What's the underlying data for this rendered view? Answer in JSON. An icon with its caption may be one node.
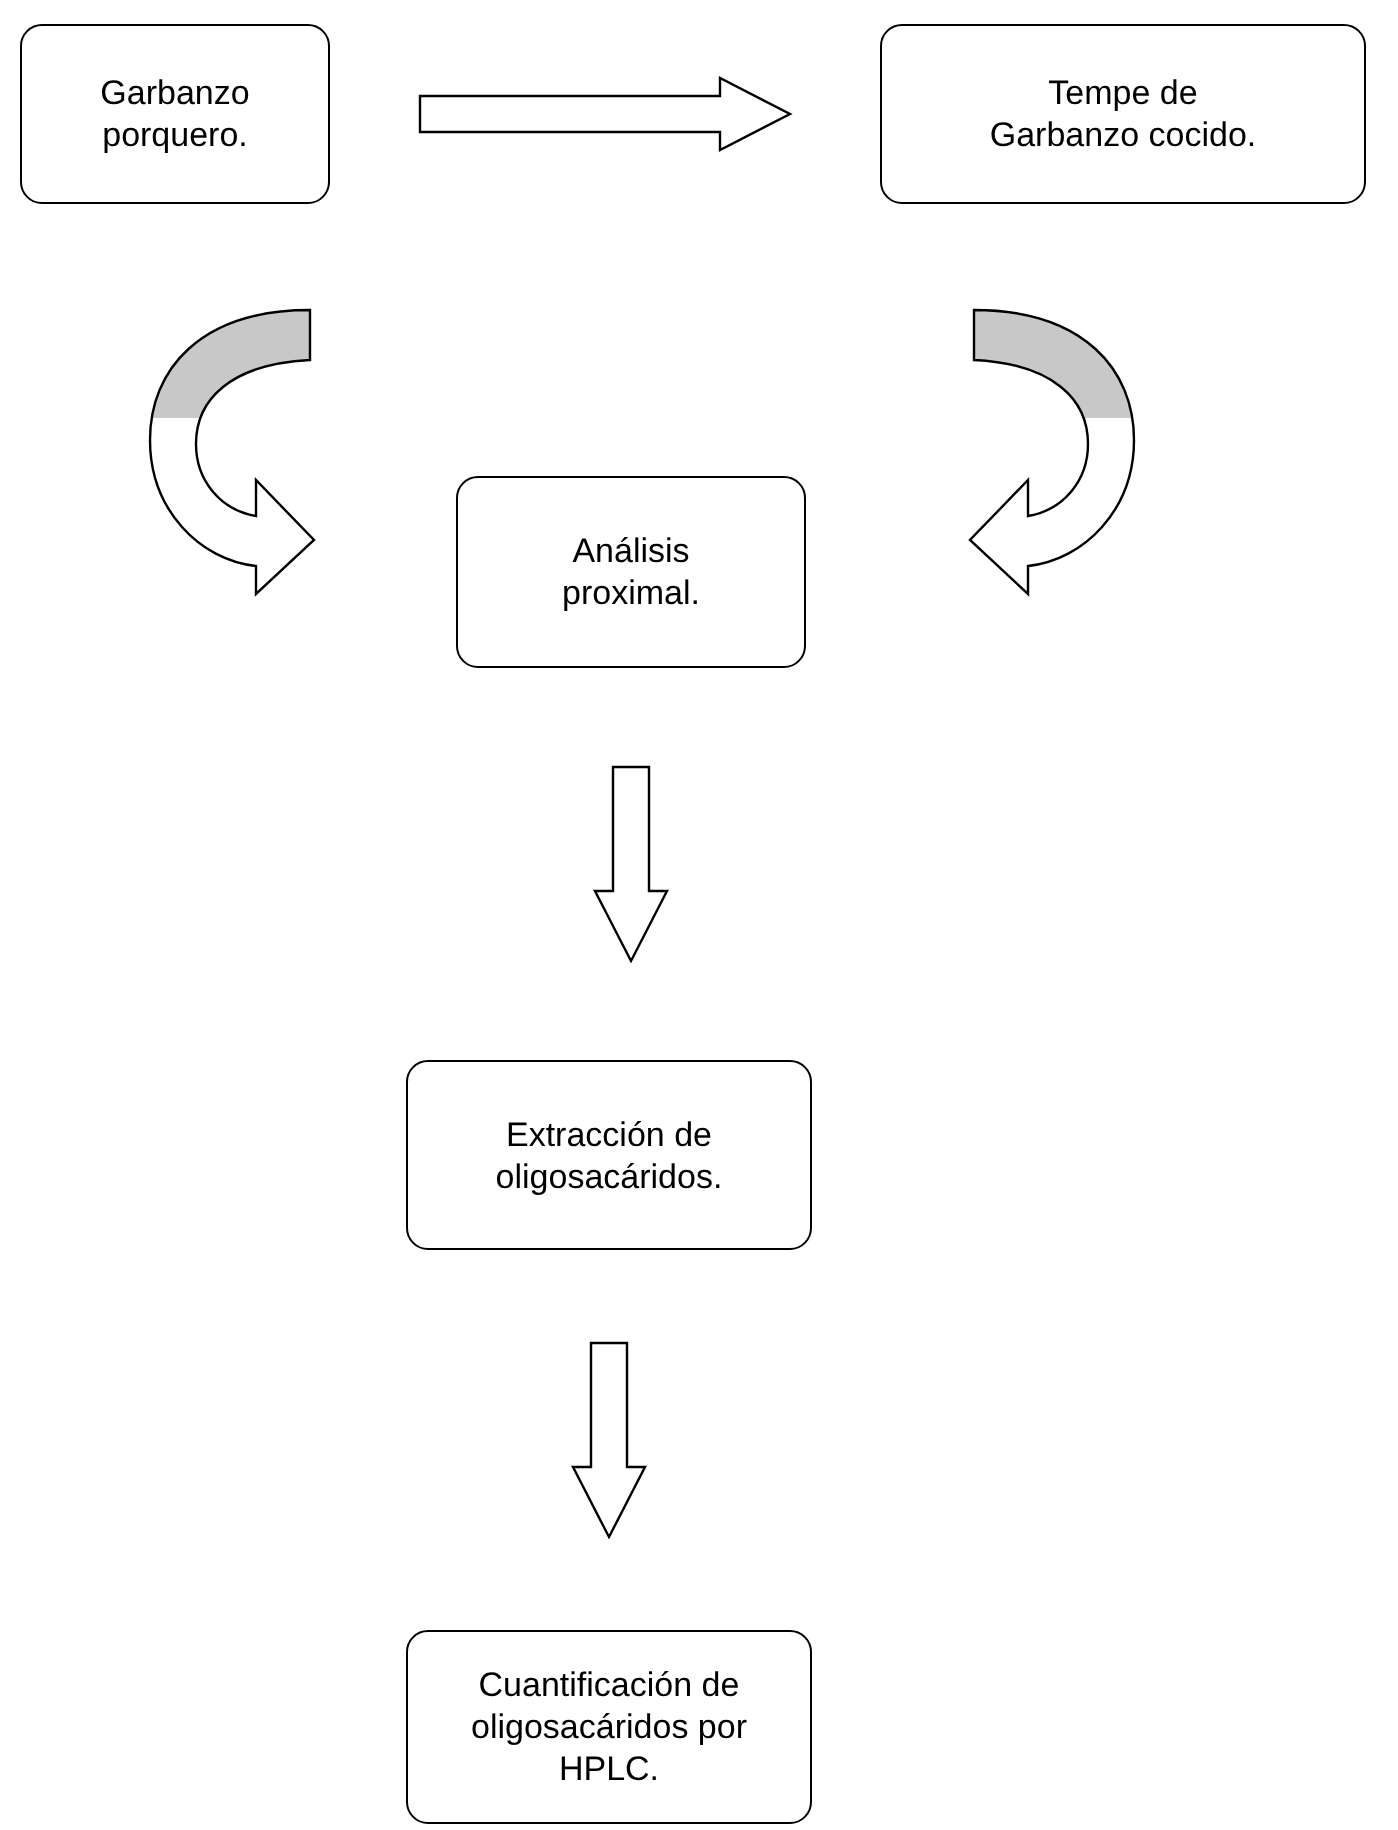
{
  "diagram": {
    "nodes": [
      {
        "text": [
          "Garbanzo porquero."
        ]
      },
      {
        "text": [
          "Tempe de Garbanzo cocido."
        ]
      },
      {
        "text": [
          "Análisis proximal."
        ]
      },
      {
        "text": [
          "Extracción de oligosacáridos."
        ]
      },
      {
        "text": [
          "Cuantificación de oligosacáridos por HPLC."
        ]
      }
    ],
    "edges": [
      {
        "from": 0,
        "to": 1,
        "arrow": "to"
      },
      {
        "from": 0,
        "to": 2,
        "arrow": "to"
      },
      {
        "from": 1,
        "to": 2,
        "arrow": "to"
      },
      {
        "from": 2,
        "to": 3,
        "arrow": "to"
      },
      {
        "from": 3,
        "to": 4,
        "arrow": "to"
      }
    ]
  }
}
